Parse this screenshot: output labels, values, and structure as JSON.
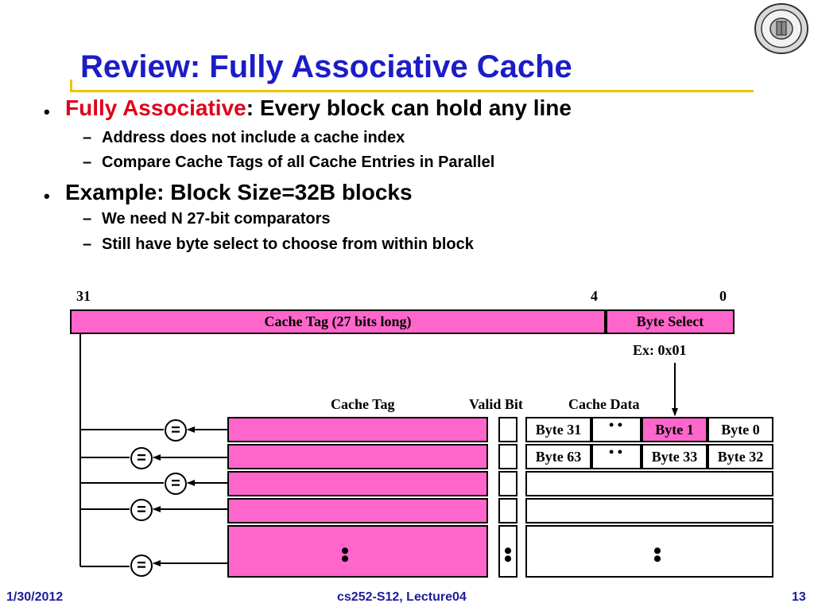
{
  "title": "Review: Fully Associative Cache",
  "bullets": {
    "b1_prefix": "Fully Associative",
    "b1_rest": ": Every block can hold any line",
    "b1_sub1": "Address does not include a cache index",
    "b1_sub2": "Compare Cache Tags of all Cache Entries in Parallel",
    "b2": "Example: Block Size=32B blocks",
    "b2_sub1": "We need N 27-bit comparators",
    "b2_sub2": "Still have byte select to choose from within block",
    "bullet_char": "•",
    "dash_char": "–"
  },
  "address": {
    "bit_31": "31",
    "bit_4": "4",
    "bit_0": "0",
    "tag_field": "Cache Tag (27 bits long)",
    "byte_select": "Byte Select",
    "example": "Ex: 0x01"
  },
  "table": {
    "col_tag": "Cache Tag",
    "col_valid": "Valid Bit",
    "col_data": "Cache Data",
    "row1": {
      "c1": "Byte 31",
      "c3": "Byte 1",
      "c4": "Byte 0"
    },
    "row2": {
      "c1": "Byte 63",
      "c3": "Byte 33",
      "c4": "Byte 32"
    },
    "ellipsis_h": "• •",
    "ellipsis_v": "•\n•",
    "equals": "="
  },
  "footer": {
    "date": "1/30/2012",
    "course": "cs252-S12, Lecture04",
    "page": "13"
  },
  "colors": {
    "title": "#1c1cc8",
    "accent_red": "#e0001a",
    "rule": "#f2c300",
    "field_pink": "#ff66cc",
    "footer": "#1c1c9c"
  },
  "icons": {
    "seal": "university-seal-icon"
  }
}
